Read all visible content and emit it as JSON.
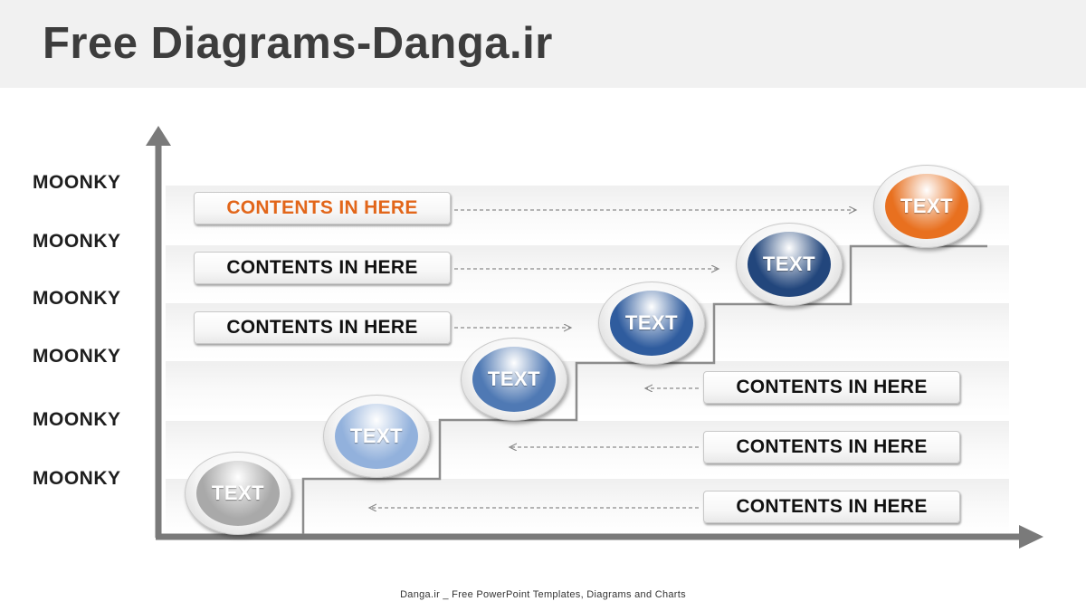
{
  "title": "Free Diagrams-Danga.ir",
  "y_labels": [
    "MOONKY",
    "MOONKY",
    "MOONKY",
    "MOONKY",
    "MOONKY",
    "MOONKY"
  ],
  "steps": [
    {
      "text": "TEXT",
      "color": "#a9a9a9"
    },
    {
      "text": "TEXT",
      "color": "#92b1dc"
    },
    {
      "text": "TEXT",
      "color": "#4f79b4"
    },
    {
      "text": "TEXT",
      "color": "#2f5c9e"
    },
    {
      "text": "TEXT",
      "color": "#22467c"
    },
    {
      "text": "TEXT",
      "color": "#e8701f"
    }
  ],
  "content_boxes": [
    {
      "label": "CONTENTS IN HERE",
      "accent": true
    },
    {
      "label": "CONTENTS IN HERE",
      "accent": false
    },
    {
      "label": "CONTENTS IN HERE",
      "accent": false
    },
    {
      "label": "CONTENTS IN HERE",
      "accent": false
    },
    {
      "label": "CONTENTS IN HERE",
      "accent": false
    },
    {
      "label": "CONTENTS IN HERE",
      "accent": false
    }
  ],
  "colors": {
    "axis": "#7a7a7a",
    "step_line": "#8c8c8c",
    "dashed_arrow": "#8a8a8a",
    "accent": "#e2661a"
  },
  "footer": "Danga.ir _ Free PowerPoint Templates, Diagrams and Charts"
}
